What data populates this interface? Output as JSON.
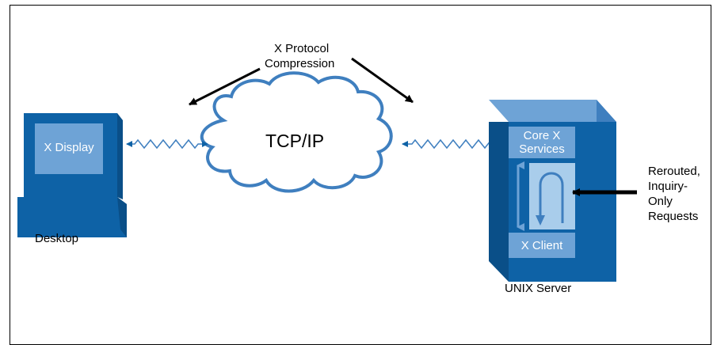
{
  "labels": {
    "protocol_line1": "X Protocol",
    "protocol_line2": "Compression",
    "network": "TCP/IP",
    "display": "X Display",
    "desktop": "Desktop",
    "core_line1": "Core X",
    "core_line2": "Services",
    "client": "X Client",
    "server": "UNIX Server",
    "rerouted_line1": "Rerouted,",
    "rerouted_line2": "Inquiry-",
    "rerouted_line3": "Only",
    "rerouted_line4": "Requests"
  },
  "colors": {
    "dark_blue": "#0e62a6",
    "medium_blue": "#3f7fbf",
    "light_blue": "#6ea3d6",
    "pale_blue": "#a9cdeb",
    "line": "#000000"
  },
  "icons": [
    "desktop-computer-icon",
    "cloud-icon",
    "server-icon"
  ]
}
